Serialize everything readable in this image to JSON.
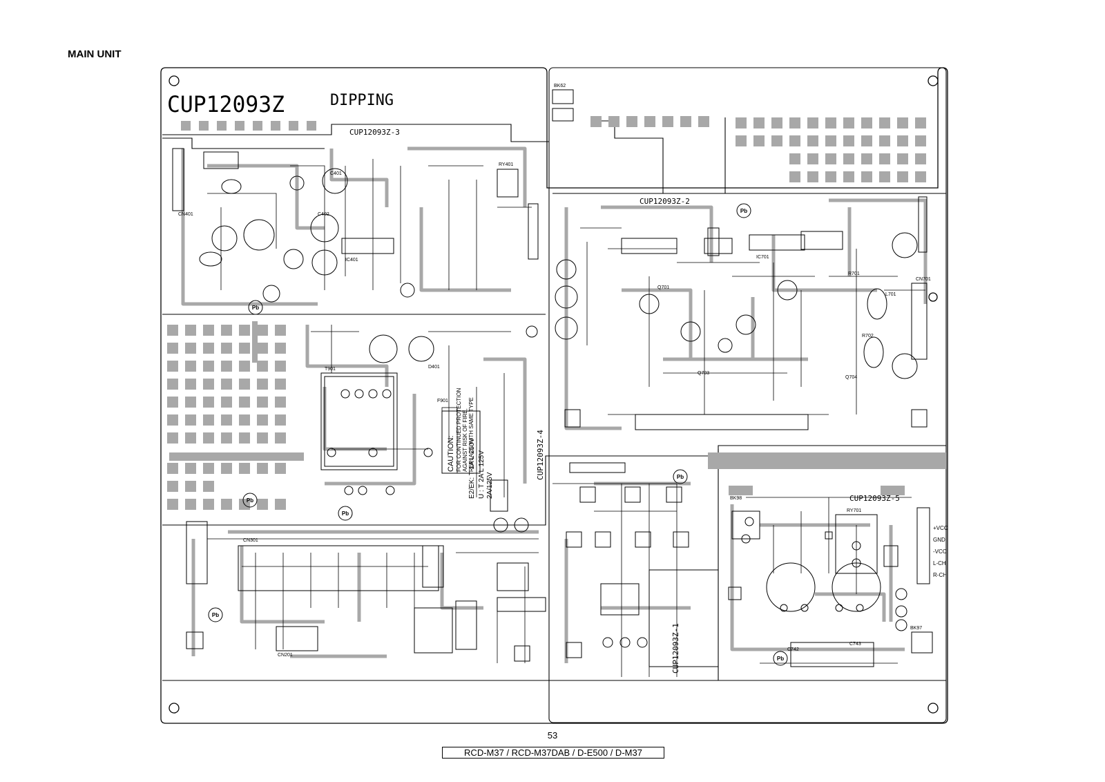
{
  "page": {
    "section_title": "MAIN UNIT",
    "page_number": "53",
    "models": "RCD-M37 / RCD-M37DAB / D-E500 / D-M37"
  },
  "board": {
    "part_number": "CUP12093Z",
    "process_label": "DIPPING",
    "sub_boards": {
      "sub1": "CUP12093Z-1",
      "sub2": "CUP12093Z-2",
      "sub3": "CUP12093Z-3",
      "sub4": "CUP12093Z-4",
      "sub5": "CUP12093Z-5"
    },
    "connector_pins": [
      "+VCC",
      "GND",
      "-VCC",
      "L-CH",
      "R-CH"
    ],
    "caution_lines": [
      "CAUTION:",
      "FOR CONTINUED PROTECTION",
      "AGAINST RISK OF FIRE,",
      "REPLACE WITH SAME TYPE"
    ],
    "fuse_lines": [
      "E2/EK: T 1A L 250V",
      "U : T 2A L 125V",
      "2A/125V"
    ],
    "reference_labels": {
      "bk97": "BK97",
      "bk98": "BK98",
      "bk62": "BK62",
      "ic701": "IC701",
      "ic401": "IC401",
      "q704": "Q704",
      "q703": "Q703",
      "q701": "Q701",
      "c742": "C742",
      "c743": "C743",
      "c401": "C401",
      "c402": "C402",
      "d401": "D401",
      "r701": "R701",
      "r702": "R702",
      "l701": "L701",
      "ry401": "RY401",
      "ry701": "RY701",
      "cn401": "CN401",
      "cn701": "CN701",
      "t901": "T901",
      "f901": "F901",
      "cn301": "CN301",
      "cn201": "CN201"
    },
    "pb_mark": "Pb",
    "colors": {
      "ink": "#000000",
      "copper": "#a8a8a8",
      "board": "#ffffff"
    }
  }
}
